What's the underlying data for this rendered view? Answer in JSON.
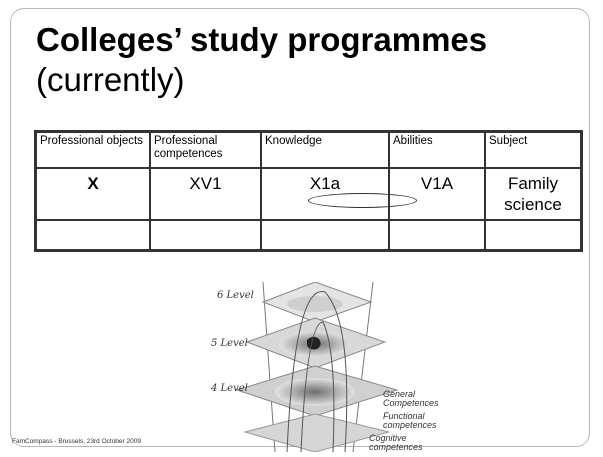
{
  "title": {
    "bold": "Colleges’ study programmes",
    "rest": "(currently)"
  },
  "table": {
    "headers": [
      "Professional objects",
      "Professional competences",
      "Knowledge",
      "Abilities",
      "Subject"
    ],
    "row1": [
      "X",
      "XV1",
      "X1a",
      "V1A",
      "Family science"
    ],
    "row2": [
      "",
      "",
      "",
      "",
      ""
    ]
  },
  "figure": {
    "levels": [
      "6 Level",
      "5 Level",
      "4 Level"
    ],
    "notes": {
      "general": "General Competences",
      "functional": "Functional competences",
      "cognitive": "Cognitive competences"
    }
  },
  "footer": "FamCompass - Brussels, 23rd October 2009"
}
